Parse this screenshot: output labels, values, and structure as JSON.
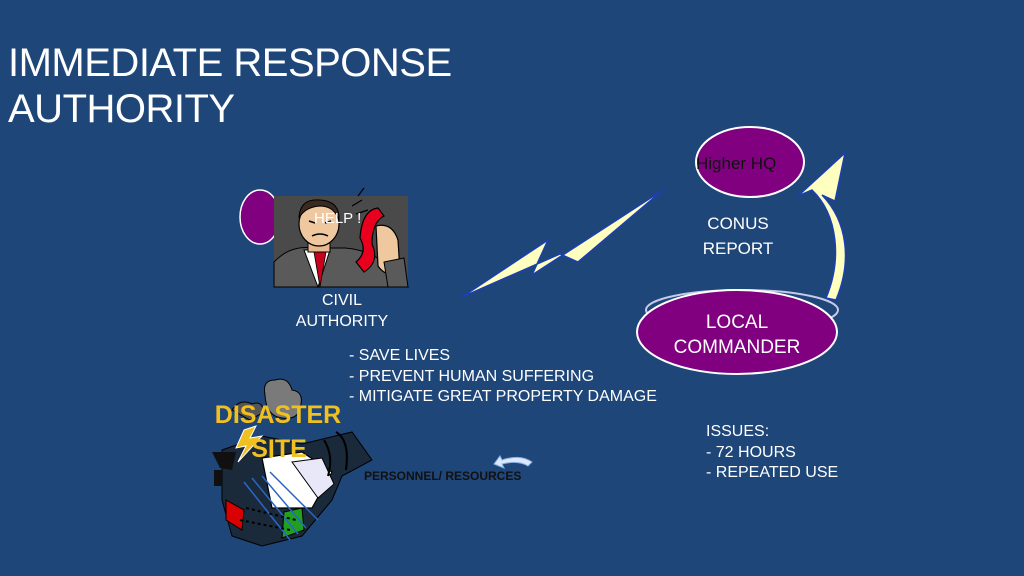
{
  "title": {
    "line1": "IMMEDIATE RESPONSE",
    "line2": "AUTHORITY"
  },
  "nodes": {
    "higher_hq": "Higher HQ",
    "local_commander": {
      "line1": "LOCAL",
      "line2": "COMMANDER"
    },
    "civil_authority": {
      "line1": "CIVIL",
      "line2": "AUTHORITY"
    },
    "help": "HELP !",
    "disaster_site": {
      "line1": "DISASTER",
      "line2": "SITE"
    }
  },
  "labels": {
    "conus_report": {
      "line1": "CONUS",
      "line2": "REPORT"
    },
    "personnel_resources": "PERSONNEL/ RESOURCES"
  },
  "objectives": [
    "- SAVE LIVES",
    "- PREVENT HUMAN SUFFERING",
    "- MITIGATE GREAT PROPERTY DAMAGE"
  ],
  "issues": {
    "heading": "ISSUES:",
    "items": [
      "- 72 HOURS",
      "- REPEATED USE"
    ]
  },
  "colors": {
    "background": "#1f4679",
    "ellipse_fill": "#800080",
    "ellipse_stroke": "#ffffff",
    "arrow_fill": "#ffffc0",
    "arrow_stroke": "#1b3fb5",
    "disaster_text": "#f0c020"
  },
  "icons": [
    "phone-man-clipart",
    "disaster-clipart",
    "lightning-icon",
    "curved-arrow-icon"
  ]
}
